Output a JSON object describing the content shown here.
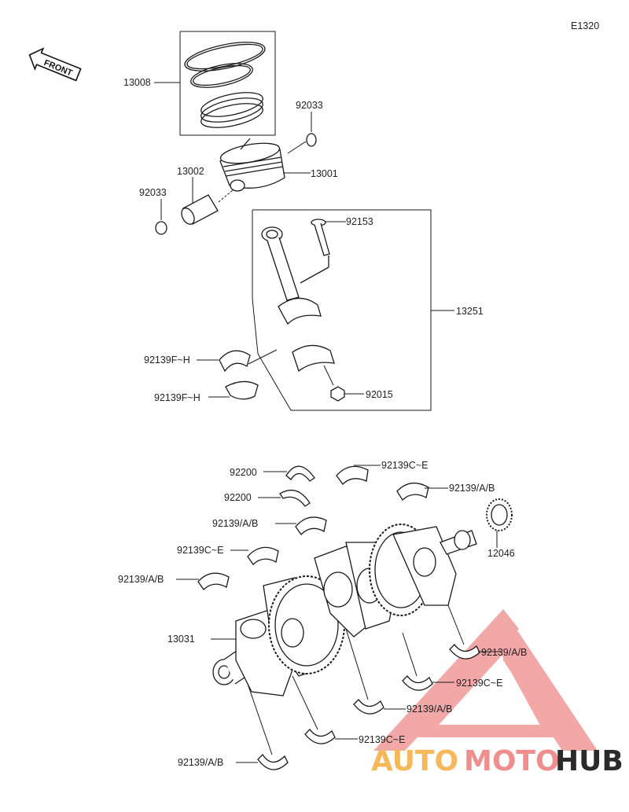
{
  "diagram_code": "E1320",
  "front_label": "FRONT",
  "labels": {
    "l13008": "13008",
    "l92033a": "92033",
    "l13002": "13002",
    "l13001": "13001",
    "l92033b": "92033",
    "l92153": "92153",
    "l13251": "13251",
    "l92139fh1": "92139F~H",
    "l92139fh2": "92139F~H",
    "l92015": "92015",
    "l92200a": "92200",
    "l92139ce1": "92139C~E",
    "l92139ab1": "92139/A/B",
    "l92200b": "92200",
    "l92139ab2": "92139/A/B",
    "l92139ce2": "92139C~E",
    "l12046": "12046",
    "l92139ab3": "92139/A/B",
    "l13031": "13031",
    "l92139ab4": "92139/A/B",
    "l92139ce3": "92139C~E",
    "l92139ab5": "92139/A/B",
    "l92139ce4": "92139C~E",
    "l92139ab6": "92139/A/B"
  },
  "watermark": {
    "part1": "AUTO",
    "part2": "MOTO",
    "part3": "HUB",
    "color1": "#f5b95c",
    "color2": "#ef8e8e",
    "color3": "#2a2a2a",
    "triangle_color": "#f08a8a"
  },
  "line_color": "#1a1a1a"
}
